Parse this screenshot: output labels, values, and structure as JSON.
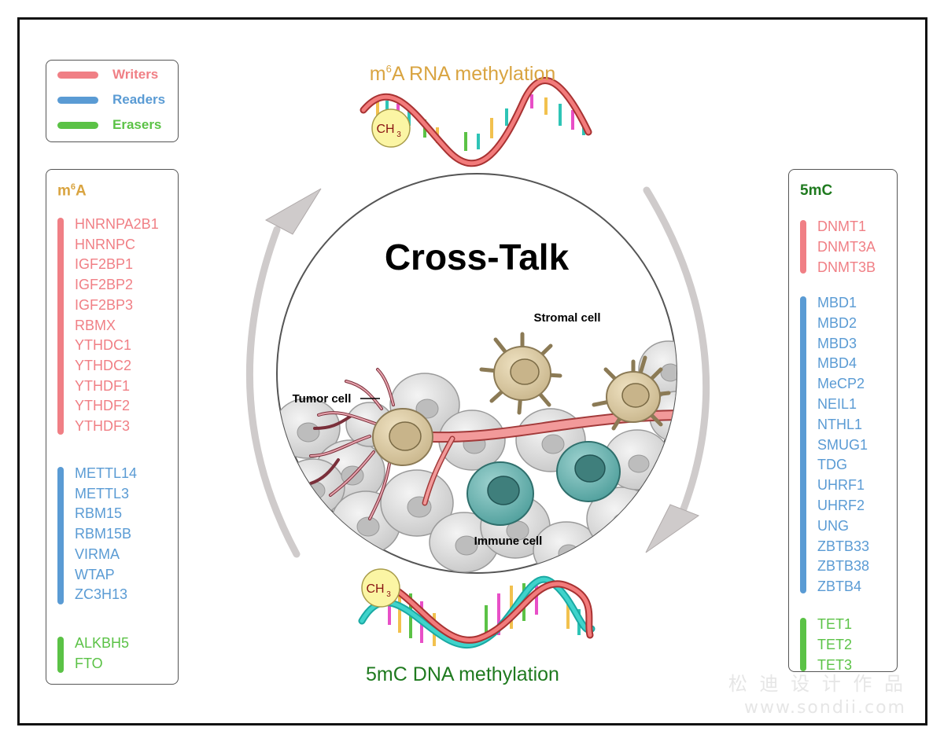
{
  "colors": {
    "writers": "#f07f85",
    "readers": "#5a9bd4",
    "erasers": "#5bc246",
    "m6a_title": "#d9a441",
    "dna_title": "#1f7a1f"
  },
  "legend": {
    "writers": "Writers",
    "readers": "Readers",
    "erasers": "Erasers"
  },
  "top_label": {
    "prefix": "m",
    "sup": "6",
    "rest": "A RNA methylation"
  },
  "bottom_label": "5mC DNA methylation",
  "ch3": {
    "main": "CH",
    "sub": "3"
  },
  "center": {
    "title": "Cross-Talk",
    "stromal": "Stromal cell",
    "tumor": "Tumor cell",
    "immune": "Immune cell"
  },
  "m6a_panel": {
    "title_prefix": "m",
    "title_sup": "6",
    "title_rest": "A",
    "writers": [
      "HNRNPA2B1",
      "HNRNPC",
      "IGF2BP1",
      "IGF2BP2",
      "IGF2BP3",
      "RBMX",
      "YTHDC1",
      "YTHDC2",
      "YTHDF1",
      "YTHDF2",
      "YTHDF3"
    ],
    "readers": [
      "METTL14",
      "METTL3",
      "RBM15",
      "RBM15B",
      "VIRMA",
      "WTAP",
      "ZC3H13"
    ],
    "erasers": [
      "ALKBH5",
      "FTO"
    ]
  },
  "mc5_panel": {
    "title": "5mC",
    "writers": [
      "DNMT1",
      "DNMT3A",
      "DNMT3B"
    ],
    "readers": [
      "MBD1",
      "MBD2",
      "MBD3",
      "MBD4",
      "MeCP2",
      "NEIL1",
      "NTHL1",
      "SMUG1",
      "TDG",
      "UHRF1",
      "UHRF2",
      "UNG",
      "ZBTB33",
      "ZBTB38",
      "ZBTB4"
    ],
    "erasers": [
      "TET1",
      "TET2",
      "TET3"
    ]
  },
  "watermark": {
    "line1": "松 迪 设 计 作 品",
    "line2": "www.sondii.com"
  }
}
